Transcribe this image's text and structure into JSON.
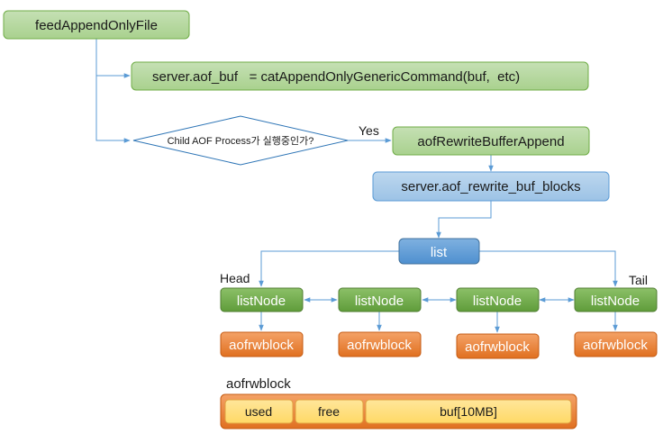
{
  "nodes": {
    "feed": "feedAppendOnlyFile",
    "aof_buf": "server.aof_buf   = catAppendOnlyGenericCommand(buf,  etc)",
    "decision": "Child AOF Process가 실행중인가?",
    "yes": "Yes",
    "rewrite_append": "aofRewriteBufferAppend",
    "buf_blocks": "server.aof_rewrite_buf_blocks",
    "list": "list",
    "head": "Head",
    "tail": "Tail",
    "list_nodes": [
      "listNode",
      "listNode",
      "listNode",
      "listNode"
    ],
    "blocks": [
      "aofrwblock",
      "aofrwblock",
      "aofrwblock",
      "aofrwblock"
    ]
  },
  "struct": {
    "title": "aofrwblock",
    "fields": [
      "used",
      "free",
      "buf[10MB]"
    ]
  },
  "colors": {
    "green_fill": "#a9d18e",
    "green_stroke": "#70ad47",
    "blue_fill": "#9dc3e6",
    "blue_stroke": "#5b9bd5",
    "list_fill": "#5b9bd5",
    "node_fill": "#70ad47",
    "orange": "#ed7d31",
    "orange_light": "#ffd966",
    "arrow": "#5b9bd5"
  }
}
